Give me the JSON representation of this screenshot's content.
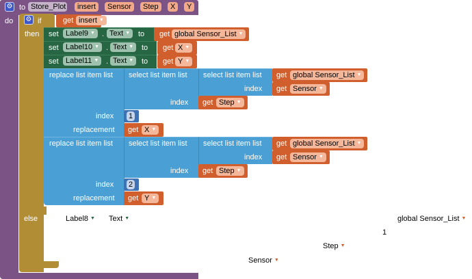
{
  "procedure": {
    "keyword_to": "to",
    "name": "Store_Plot",
    "params": [
      "insert",
      "Sensor",
      "Step",
      "X",
      "Y"
    ],
    "keyword_do": "do",
    "gear_icon": "gear-icon"
  },
  "if_block": {
    "keyword_if": "if",
    "keyword_then": "then",
    "keyword_else": "else",
    "condition": {
      "get": "get",
      "var": "insert"
    }
  },
  "set_blocks": [
    {
      "set": "set",
      "component": "Label9",
      "property": "Text",
      "dot": ".",
      "to": "to",
      "get": "get",
      "var": "global Sensor_List"
    },
    {
      "set": "set",
      "component": "Label10",
      "property": "Text",
      "dot": ".",
      "to": "to",
      "get": "get",
      "var": "X"
    },
    {
      "set": "set",
      "component": "Label11",
      "property": "Text",
      "dot": ".",
      "to": "to",
      "get": "get",
      "var": "Y"
    }
  ],
  "replace_blocks": [
    {
      "label": "replace list item  list",
      "outer_select": "select list item  list",
      "inner_select": "select list item  list",
      "get": "get",
      "list_var": "global Sensor_List",
      "index_label": "index",
      "inner_index_var": "Sensor",
      "outer_index_var": "Step",
      "index_value": "1",
      "replacement_label": "replacement",
      "replacement_var": "X"
    },
    {
      "label": "replace list item  list",
      "outer_select": "select list item  list",
      "inner_select": "select list item  list",
      "get": "get",
      "list_var": "global Sensor_List",
      "index_label": "index",
      "inner_index_var": "Sensor",
      "outer_index_var": "Step",
      "index_value": "2",
      "replacement_label": "replacement",
      "replacement_var": "Y"
    }
  ],
  "else_ghost": {
    "component": "Label8",
    "property": "Text",
    "list_var": "global Sensor_List",
    "index_value": "1",
    "step_var": "Step",
    "sensor_var": "Sensor",
    "dropdown_glyph": "▼"
  }
}
